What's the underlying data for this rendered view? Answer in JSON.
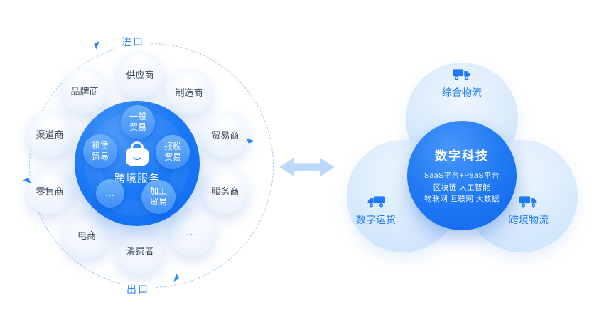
{
  "left": {
    "import_label": "进口",
    "export_label": "出口",
    "center_label": "跨境服务",
    "satellites": [
      "供应商",
      "制造商",
      "贸易商",
      "服务商",
      "…",
      "消费者",
      "电商",
      "零售商",
      "渠道商",
      "品牌商"
    ],
    "trades": [
      "一般贸易",
      "报税贸易",
      "加工贸易",
      "…",
      "租赁贸易"
    ]
  },
  "right": {
    "nodes": [
      "综合物流",
      "数字运货",
      "跨境物流"
    ],
    "center": {
      "title": "数字科技",
      "line1": "SaaS平台+PaaS平台",
      "line2": "区块链 人工智能",
      "line3": "物联网 互联网 大数据"
    }
  },
  "icons": {
    "center_icon": "shopping-bag",
    "node_icon": "truck",
    "connector": "double-arrow"
  },
  "colors": {
    "accent": "#2e86f6",
    "hub_blue": "#1b79f5",
    "node_label_blue": "#1f7bf4",
    "connector_blue": "#bcd9fb",
    "satellite_bg": "#eef5fd"
  }
}
